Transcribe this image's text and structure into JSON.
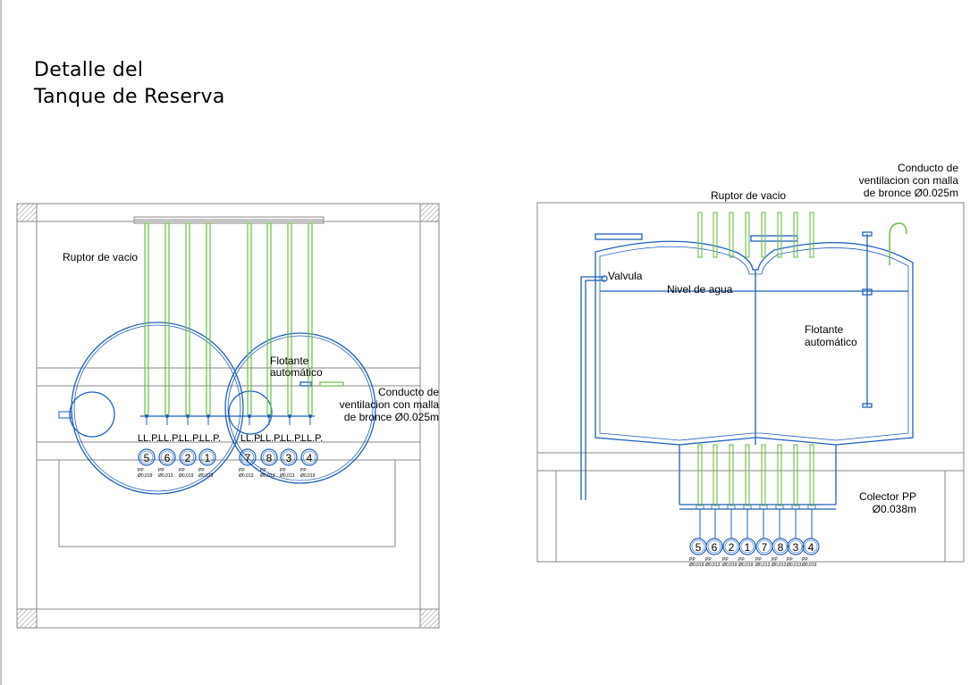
{
  "title": {
    "line1": "Detalle  del",
    "line2": "Tanque de Reserva"
  },
  "colors": {
    "outline": "#8a8a8a",
    "tank": "#1f5fbf",
    "pipe": "#6cbf45",
    "text": "#000000"
  },
  "left_view": {
    "ruptor": "Ruptor de vacio",
    "flotante_1": "Flotante",
    "flotante_2": "automático",
    "conducto_1": "Conducto de",
    "conducto_2": "ventilacion con malla",
    "conducto_3": "de bronce Ø0.025m",
    "llp_label": "LL.P.",
    "circles_left": [
      "5",
      "6",
      "2",
      "1"
    ],
    "circles_right": [
      "7",
      "8",
      "3",
      "4"
    ],
    "pp_label": "PP",
    "sizes_left": [
      "Ø0,019",
      "Ø0,013",
      "Ø0,019",
      "Ø0,019"
    ],
    "sizes_right": [
      "Ø0,013",
      "Ø0,013",
      "Ø0,013",
      "Ø0,019"
    ]
  },
  "right_view": {
    "conducto_1": "Conducto de",
    "conducto_2": "ventilacion con malla",
    "conducto_3": "de bronce Ø0.025m",
    "ruptor": "Ruptor de vacio",
    "valvula": "Valvula",
    "nivel": "Nivel de agua",
    "flotante_1": "Flotante",
    "flotante_2": "automático",
    "colector_1": "Colector PP",
    "colector_2": "Ø0.038m",
    "circles": [
      "5",
      "6",
      "2",
      "1",
      "7",
      "8",
      "3",
      "4"
    ],
    "pp_label": "PP",
    "sizes": [
      "Ø0,019",
      "Ø0,013",
      "Ø0,019",
      "Ø0,019",
      "Ø0,013",
      "Ø0,013",
      "Ø0,013",
      "Ø0,019"
    ]
  }
}
